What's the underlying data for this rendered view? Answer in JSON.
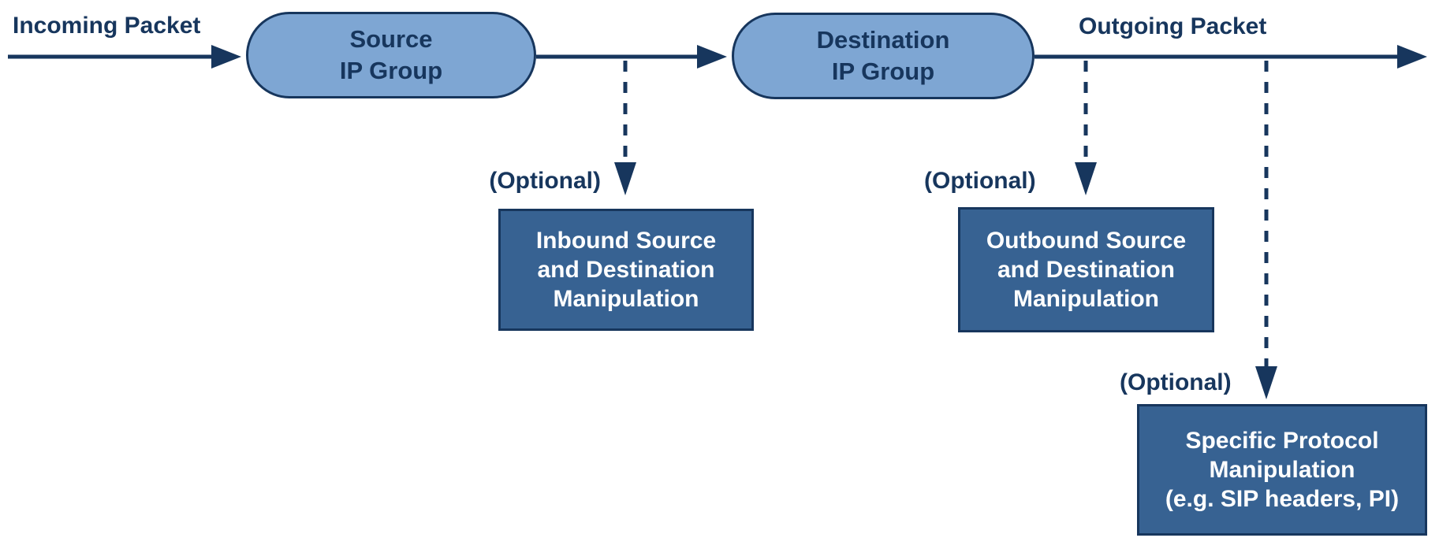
{
  "diagram": {
    "labels": {
      "incoming_packet": "Incoming Packet",
      "outgoing_packet": "Outgoing Packet",
      "optional_inbound": "(Optional)",
      "optional_outbound": "(Optional)",
      "optional_protocol": "(Optional)"
    },
    "nodes": {
      "source_ip_group": {
        "line1": "Source",
        "line2": "IP Group"
      },
      "destination_ip_group": {
        "line1": "Destination",
        "line2": "IP Group"
      },
      "inbound_manipulation": {
        "line1": "Inbound Source",
        "line2": "and Destination",
        "line3": "Manipulation"
      },
      "outbound_manipulation": {
        "line1": "Outbound Source",
        "line2": "and Destination",
        "line3": "Manipulation"
      },
      "protocol_manipulation": {
        "line1": "Specific Protocol",
        "line2": "Manipulation",
        "line3": "(e.g. SIP headers, PI)"
      }
    },
    "colors": {
      "navy": "#17365D",
      "pill_fill": "#7EA6D3",
      "box_fill": "#376292",
      "box_text": "#FFFFFF",
      "background": "#FFFFFF"
    }
  }
}
